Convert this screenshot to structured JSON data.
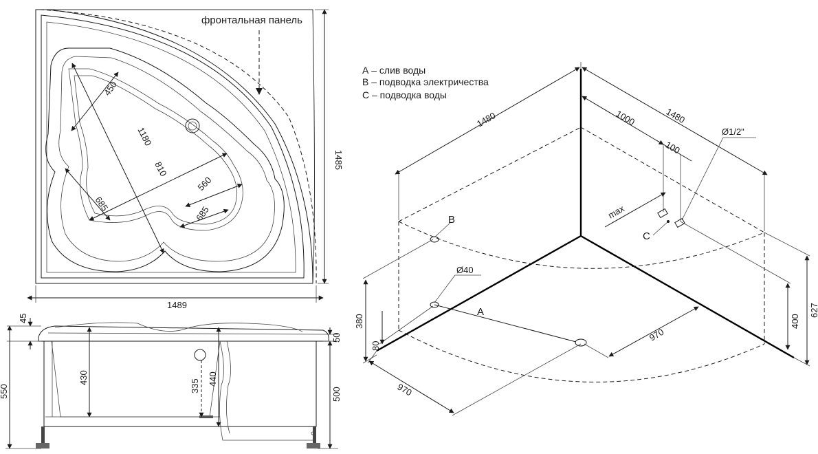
{
  "top_view": {
    "front_panel_label": "фронтальная панель",
    "dims": {
      "d1489": "1489",
      "d1485": "1485",
      "d450": "450",
      "d1180": "1180",
      "d810": "810",
      "d560": "560",
      "d685a": "685",
      "d685b": "685"
    }
  },
  "side_view": {
    "dims": {
      "d45": "45",
      "d50": "50",
      "d550": "550",
      "d430": "430",
      "d335": "335",
      "d440": "440",
      "d500": "500"
    }
  },
  "legend": {
    "a": "А – слив воды",
    "b": "В – подводка электричества",
    "c": "С – подводка воды"
  },
  "iso_view": {
    "dims": {
      "d1480a": "1480",
      "d1480b": "1480",
      "d1000": "1000",
      "d100": "100",
      "dphi12": "Ø1/2\"",
      "dmax": "max",
      "d40": "Ø40",
      "d380": "380",
      "d80": "80",
      "d970a": "970",
      "d970b": "970",
      "d400": "400",
      "d627": "627"
    },
    "markers": {
      "a": "A",
      "b": "B",
      "c": "C"
    }
  }
}
